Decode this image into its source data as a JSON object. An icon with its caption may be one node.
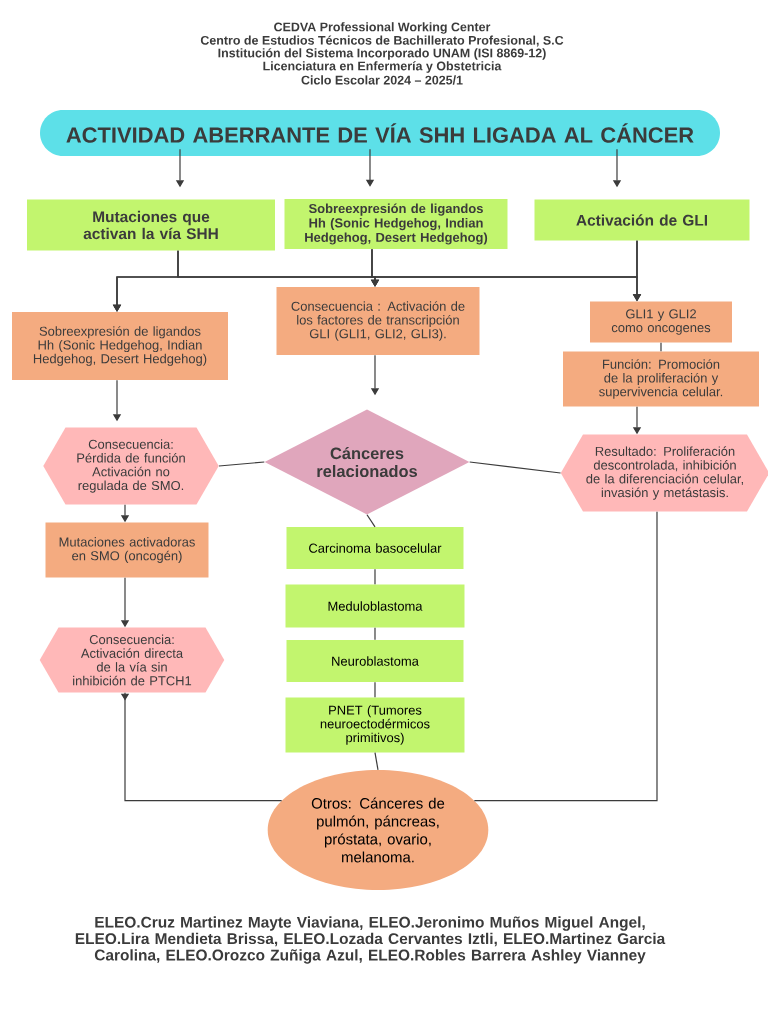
{
  "diagram": {
    "nodes": [
      {
        "text": [
          "ACTIVIDAD ABERRANTE DE VÍA SHH LIGADA AL CÁNCER"
        ]
      },
      {
        "text": [
          "Mutaciones que activan la vía SHH"
        ]
      },
      {
        "text": [
          "Sobreexpresión de ligandos Hh (Sonic Hedgehog, Indian Hedgehog, Desert Hedgehog)"
        ]
      },
      {
        "text": [
          "Activación de GLI"
        ]
      },
      {
        "text": [
          "Sobreexpresión de ligandos Hh (Sonic Hedgehog, Indian Hedgehog, Desert Hedgehog)"
        ]
      },
      {
        "text": [
          "Consecuencia : Activación de los factores de transcripción GLI (GLI1, GLI2, GLI3)."
        ]
      },
      {
        "text": [
          "GLI1 y GLI2 como oncogenes"
        ]
      },
      {
        "text": [
          "Función: Promoción de la proliferación y supervivencia celular."
        ]
      },
      {
        "text": [
          "Consecuencia: Pérdida de función Activación no regulada de SMO."
        ]
      },
      {
        "text": [
          "Cánceres relacionados"
        ]
      },
      {
        "text": [
          "Resultado: Proliferación descontrolada, inhibición de la diferenciación celular, invasión y metástasis."
        ]
      },
      {
        "text": [
          "Mutaciones activadoras en SMO (oncogén)"
        ]
      },
      {
        "text": [
          "Consecuencia: Activación directa de la vía sin inhibición de PTCH1"
        ]
      },
      {
        "text": [
          "Carcinoma basocelular"
        ]
      },
      {
        "text": [
          "Meduloblastoma"
        ]
      },
      {
        "text": [
          "Neuroblastoma"
        ]
      },
      {
        "text": [
          "PNET (Tumores neuroectodérmicos primitivos)"
        ]
      },
      {
        "text": [
          "Otros: Cánceres de pulmón, páncreas, próstata, ovario, melanoma."
        ]
      }
    ],
    "edges": [
      {
        "from": 0,
        "to": 1,
        "arrow": "to"
      },
      {
        "from": 0,
        "to": 2,
        "arrow": "to"
      },
      {
        "from": 0,
        "to": 3,
        "arrow": "to"
      },
      {
        "from": 1,
        "to": 4,
        "arrow": "to"
      },
      {
        "from": 1,
        "to": 5,
        "arrow": "to"
      },
      {
        "from": 1,
        "to": 6,
        "arrow": "to"
      },
      {
        "from": 2,
        "to": 4,
        "arrow": "to"
      },
      {
        "from": 2,
        "to": 5,
        "arrow": "to"
      },
      {
        "from": 2,
        "to": 6,
        "arrow": "to"
      },
      {
        "from": 3,
        "to": 4,
        "arrow": "to"
      },
      {
        "from": 3,
        "to": 5,
        "arrow": "to"
      },
      {
        "from": 3,
        "to": 6,
        "arrow": "to"
      },
      {
        "from": 4,
        "to": 8,
        "arrow": "to"
      },
      {
        "from": 5,
        "to": 9,
        "arrow": "to"
      },
      {
        "from": 6,
        "to": 7,
        "arrow": "none"
      },
      {
        "from": 7,
        "to": 10,
        "arrow": "to"
      },
      {
        "from": 8,
        "to": 9,
        "arrow": "none"
      },
      {
        "from": 9,
        "to": 10,
        "arrow": "none"
      },
      {
        "from": 8,
        "to": 11,
        "arrow": "to"
      },
      {
        "from": 11,
        "to": 12,
        "arrow": "to"
      },
      {
        "from": 9,
        "to": 13,
        "arrow": "none"
      },
      {
        "from": 13,
        "to": 14,
        "arrow": "none"
      },
      {
        "from": 14,
        "to": 15,
        "arrow": "none"
      },
      {
        "from": 15,
        "to": 16,
        "arrow": "none"
      },
      {
        "from": 16,
        "to": 17,
        "arrow": "none"
      },
      {
        "from": 12,
        "to": 17,
        "arrow": "to"
      },
      {
        "from": 10,
        "to": 17,
        "arrow": "none"
      }
    ],
    "labels": [
      "CEDVA Professional Working Center",
      "Centro de Estudios Técnicos de Bachillerato Profesional, S.C",
      "Institución del Sistema Incorporado UNAM (ISI 8869-12)",
      "Licenciatura en Enfermería y Obstetricia",
      "Ciclo Escolar 2024 – 2025/1",
      "ELEO.Cruz Martinez Mayte Viaviana, ELEO.Jeronimo Muños Miguel Angel, ELEO.Lira Mendieta Brissa, ELEO.Lozada Cervantes Iztli, ELEO.Martinez Garcia Carolina, ELEO.Orozco Zuñiga Azul, ELEO.Robles Barrera Ashley Vianney"
    ]
  }
}
